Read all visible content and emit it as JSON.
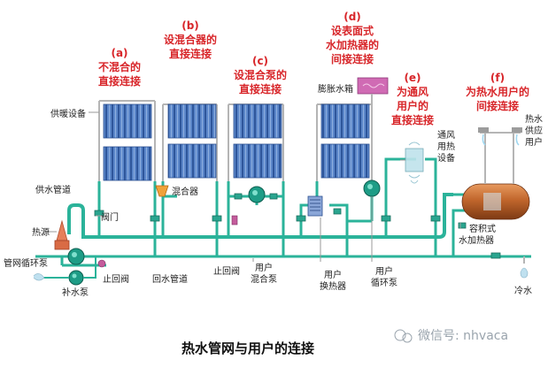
{
  "connections": [
    {
      "letter": "(a)",
      "line1": "不混合的",
      "line2": "直接连接"
    },
    {
      "letter": "(b)",
      "line1": "设混合器的",
      "line2": "直接连接"
    },
    {
      "letter": "(c)",
      "line1": "设混合泵的",
      "line2": "直接连接"
    },
    {
      "letter": "(d)",
      "line1": "设表面式",
      "line2": "水加热器的",
      "line3": "间接连接"
    },
    {
      "letter": "(e)",
      "line1": "为通风",
      "line2": "用户的",
      "line3": "直接连接"
    },
    {
      "letter": "(f)",
      "line1": "为热水用户的",
      "line2": "间接连接"
    }
  ],
  "labels": {
    "heating_equipment": "供暖设备",
    "supply_pipe": "供水管道",
    "heat_source": "热源",
    "network_pump": "管网循环泵",
    "makeup_pump": "补水泵",
    "check_valve_left": "止回阀",
    "return_pipe": "回水管道",
    "check_valve_mid": "止回阀",
    "valve": "阀门",
    "mixer": "混合器",
    "expansion_tank": "膨胀水箱",
    "user_mixing_pump_1": "用户",
    "user_mixing_pump_2": "混合泵",
    "user_hx_1": "用户",
    "user_hx_2": "换热器",
    "user_circ_pump_1": "用户",
    "user_circ_pump_2": "循环泵",
    "vent_equipment_1": "通风",
    "vent_equipment_2": "用热",
    "vent_equipment_3": "设备",
    "hot_water_user_1": "热水",
    "hot_water_user_2": "供应",
    "hot_water_user_3": "用户",
    "storage_heater_1": "容积式",
    "storage_heater_2": "水加热器",
    "cold_water": "冷水"
  },
  "caption": "热水管网与用户的连接",
  "watermark": "微信号: nhvaca",
  "colors": {
    "pipe": "#2bb39a",
    "radiator": "#3b69b0",
    "tank": "#c1662c",
    "title_red": "#d8262a"
  }
}
